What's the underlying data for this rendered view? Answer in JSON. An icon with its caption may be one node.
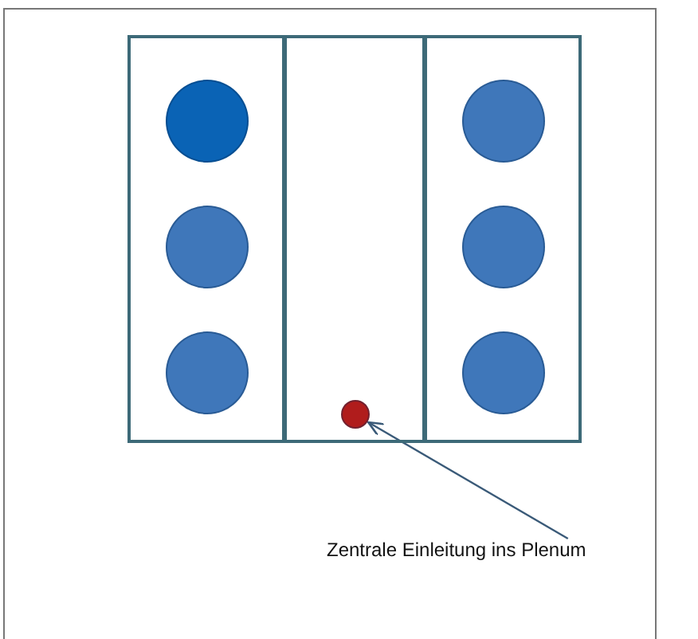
{
  "diagram": {
    "nodes": [
      {
        "text": [],
        "shape": "box"
      },
      {
        "text": [],
        "shape": "box"
      },
      {
        "text": [],
        "shape": "box"
      },
      {
        "text": [],
        "shape": "circle",
        "in": 0
      },
      {
        "text": [],
        "shape": "circle",
        "in": 0
      },
      {
        "text": [],
        "shape": "circle",
        "in": 0
      },
      {
        "text": [],
        "shape": "circle",
        "in": 2
      },
      {
        "text": [],
        "shape": "circle",
        "in": 2
      },
      {
        "text": [],
        "shape": "circle",
        "in": 2
      },
      {
        "text": [],
        "shape": "circle",
        "in": 1
      },
      {
        "text": [
          "Zentrale Einleitung ins Plenum"
        ]
      }
    ],
    "edges": [
      {
        "from": 10,
        "to": 9,
        "arrow": "to"
      }
    ]
  }
}
